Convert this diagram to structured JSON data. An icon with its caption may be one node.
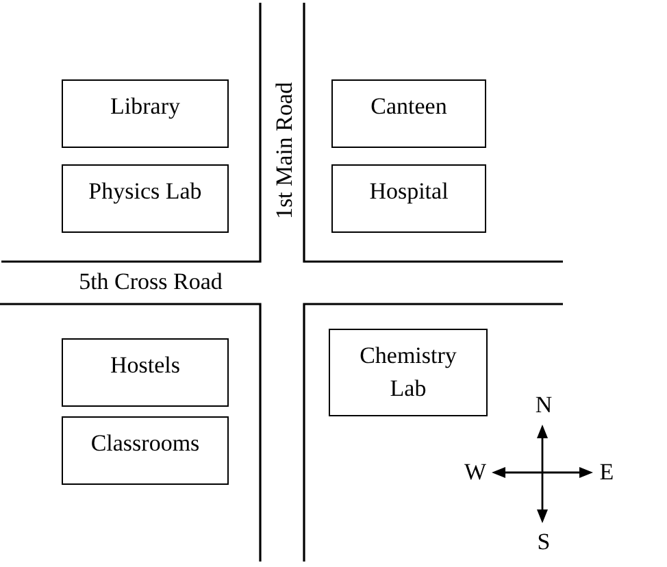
{
  "diagram": {
    "nodes": [
      {
        "text": [
          "Library"
        ]
      },
      {
        "text": [
          "Canteen"
        ]
      },
      {
        "text": [
          "Physics Lab"
        ]
      },
      {
        "text": [
          "Hospital"
        ]
      },
      {
        "text": [
          "Hostels"
        ]
      },
      {
        "text": [
          "Chemistry Lab"
        ]
      },
      {
        "text": [
          "Classrooms"
        ]
      }
    ],
    "labels": [
      "1st Main Road",
      "5th Cross Road",
      "N",
      "W",
      "E",
      "S"
    ]
  }
}
